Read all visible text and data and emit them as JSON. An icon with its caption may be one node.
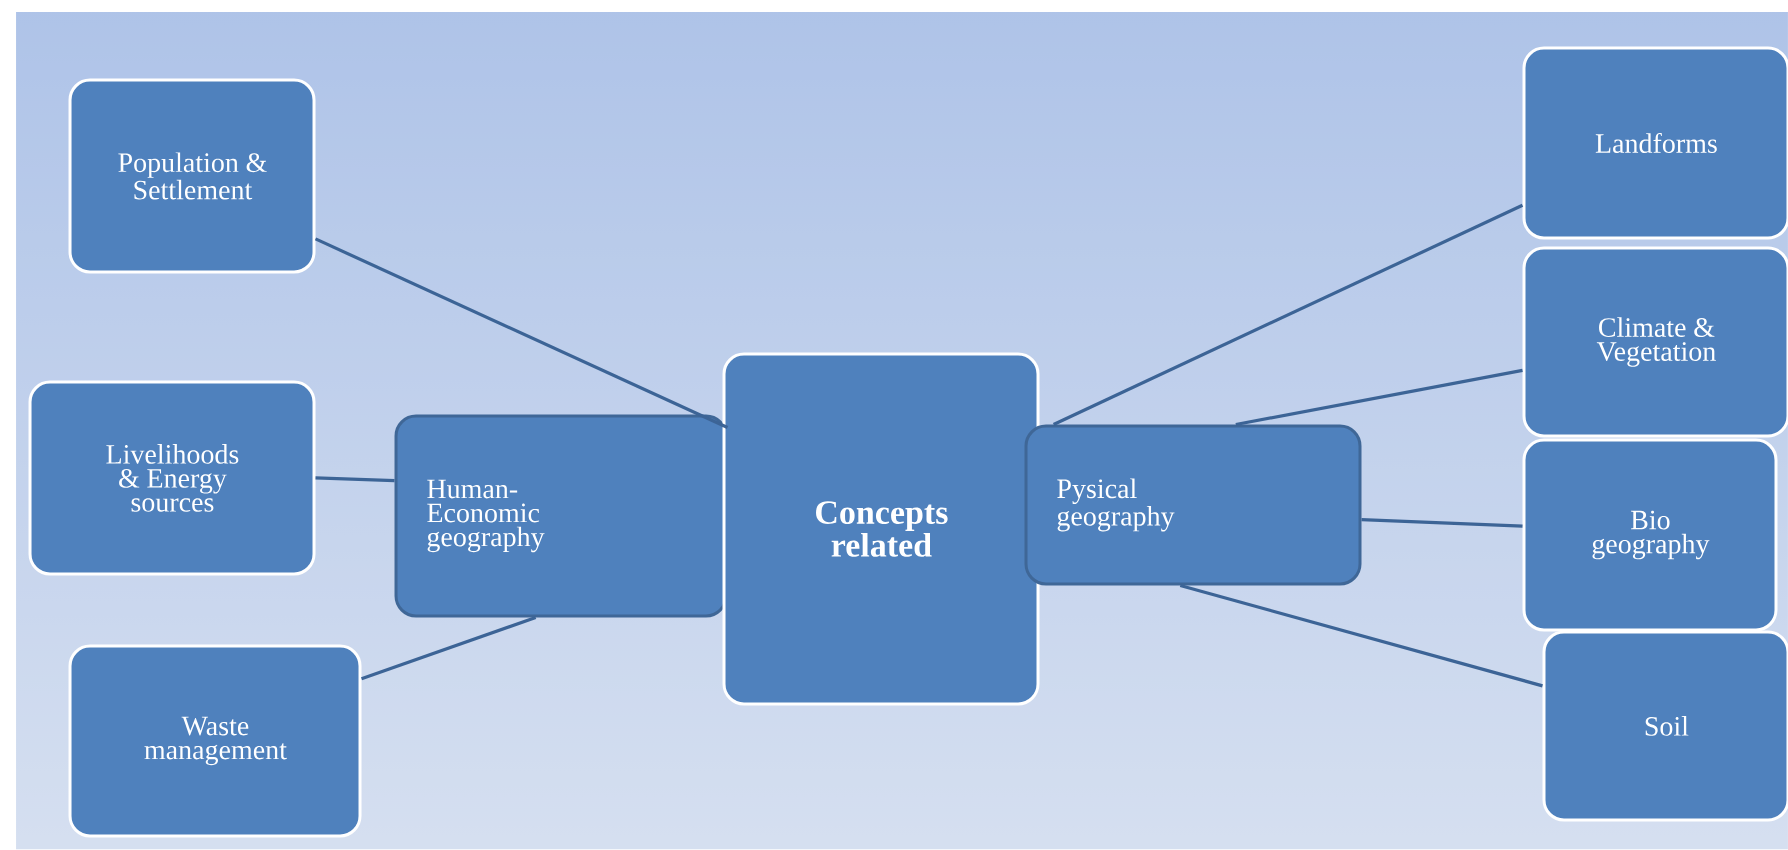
{
  "diagram": {
    "nodes": [
      {
        "text": [
          "Population & Settlement"
        ]
      },
      {
        "text": [
          "Livelihoods & Energy sources"
        ]
      },
      {
        "text": [
          "Human-Economic geography"
        ]
      },
      {
        "text": [
          "Waste management"
        ]
      },
      {
        "text": [
          "Concepts related"
        ]
      },
      {
        "text": [
          "Pysical geography"
        ]
      },
      {
        "text": [
          "Landforms"
        ]
      },
      {
        "text": [
          "Climate & Vegetation"
        ]
      },
      {
        "text": [
          "Bio geography"
        ]
      },
      {
        "text": [
          "Soil"
        ]
      }
    ],
    "edges": [
      {
        "from": 0,
        "to": 2,
        "arrow": "none"
      },
      {
        "from": 1,
        "to": 2,
        "arrow": "none"
      },
      {
        "from": 3,
        "to": 2,
        "arrow": "none"
      },
      {
        "from": 6,
        "to": 5,
        "arrow": "none"
      },
      {
        "from": 7,
        "to": 5,
        "arrow": "none"
      },
      {
        "from": 8,
        "to": 5,
        "arrow": "none"
      },
      {
        "from": 9,
        "to": 5,
        "arrow": "none"
      }
    ]
  }
}
